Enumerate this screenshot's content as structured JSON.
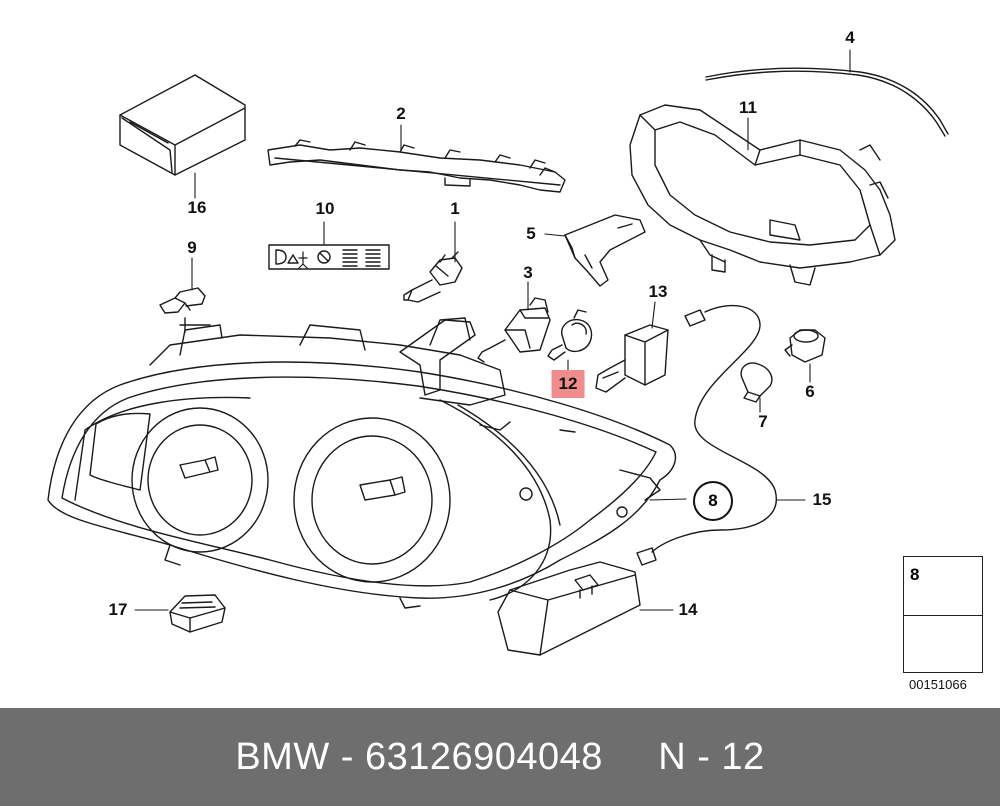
{
  "callouts": [
    {
      "id": "1",
      "text": "1"
    },
    {
      "id": "2",
      "text": "2"
    },
    {
      "id": "3",
      "text": "3"
    },
    {
      "id": "4",
      "text": "4"
    },
    {
      "id": "5",
      "text": "5"
    },
    {
      "id": "6",
      "text": "6"
    },
    {
      "id": "7",
      "text": "7"
    },
    {
      "id": "8",
      "text": "8"
    },
    {
      "id": "9",
      "text": "9"
    },
    {
      "id": "10",
      "text": "10"
    },
    {
      "id": "11",
      "text": "11"
    },
    {
      "id": "12",
      "text": "12"
    },
    {
      "id": "13",
      "text": "13"
    },
    {
      "id": "14",
      "text": "14"
    },
    {
      "id": "15",
      "text": "15"
    },
    {
      "id": "16",
      "text": "16"
    },
    {
      "id": "17",
      "text": "17"
    }
  ],
  "highlighted_part": "12",
  "highlight_color": "#f08c8c",
  "legend": {
    "number": "8"
  },
  "drawing_id": "00151066",
  "footer": {
    "text": "BMW - 63126904048     N - 12",
    "background": "#6e6e6e"
  }
}
